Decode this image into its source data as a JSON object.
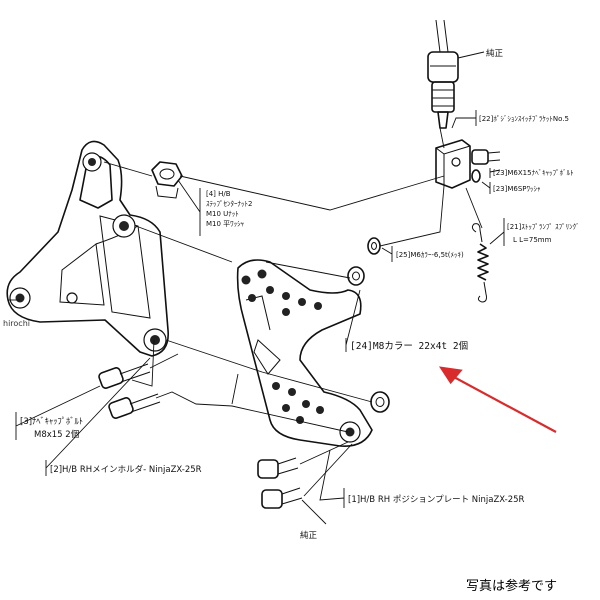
{
  "watermark": "hirochi",
  "disclaimer": "写真は参考です",
  "colors": {
    "arrow": "#d92b2b",
    "line": "#111111"
  },
  "labels": {
    "genuine_top": "純正",
    "p22": "[22]ﾎﾟｼﾞｼｮﾝｽｲｯﾁﾌﾞﾗｹｯﾄNo.5",
    "p23a": "[23]M6X15ﾅﾍﾞｷｬｯﾌﾟﾎﾞﾙﾄ",
    "p23b": "[23]M6SPﾜｯｼｬ",
    "p4_line1": "[4] H/B",
    "p4_line2": "ｽﾃｯﾌﾟｾﾝﾀｰﾅｯﾄ2",
    "p4_line3": "M10 Uﾅｯﾄ",
    "p4_line4": "M10 平ﾜｯｼｬ",
    "p25": "[25]M6ｶﾗｰ-6,5t(ﾒｯｷ)",
    "p21_line1": "[21]ｽﾄｯﾌﾟﾗﾝﾌﾟ ｽﾌﾟﾘﾝｸﾞ",
    "p21_line2": "L L=75mm",
    "p24": "[24]M8カラー 22x4t 2個",
    "p3_line1": "[3]ﾅﾍﾞｷｬｯﾌﾟﾎﾞﾙﾄ",
    "p3_line2": "M8x15 2個",
    "p2": "[2]H/B RHメインホルダ- NinjaZX-25R",
    "genuine_bottom": "純正",
    "p1": "[1]H/B RH ポジションプレート NinjaZX-25R"
  }
}
